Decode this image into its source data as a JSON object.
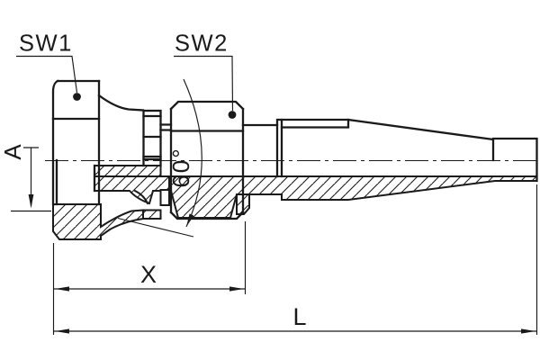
{
  "drawing": {
    "type": "technical-section-drawing",
    "subject": "hose-fitting-half-section",
    "labels": {
      "sw1": "SW1",
      "sw2": "SW2",
      "a": "A",
      "angle": "60°",
      "x": "X",
      "l": "L"
    },
    "colors": {
      "line": "#1a1a1a",
      "background": "#ffffff"
    }
  }
}
